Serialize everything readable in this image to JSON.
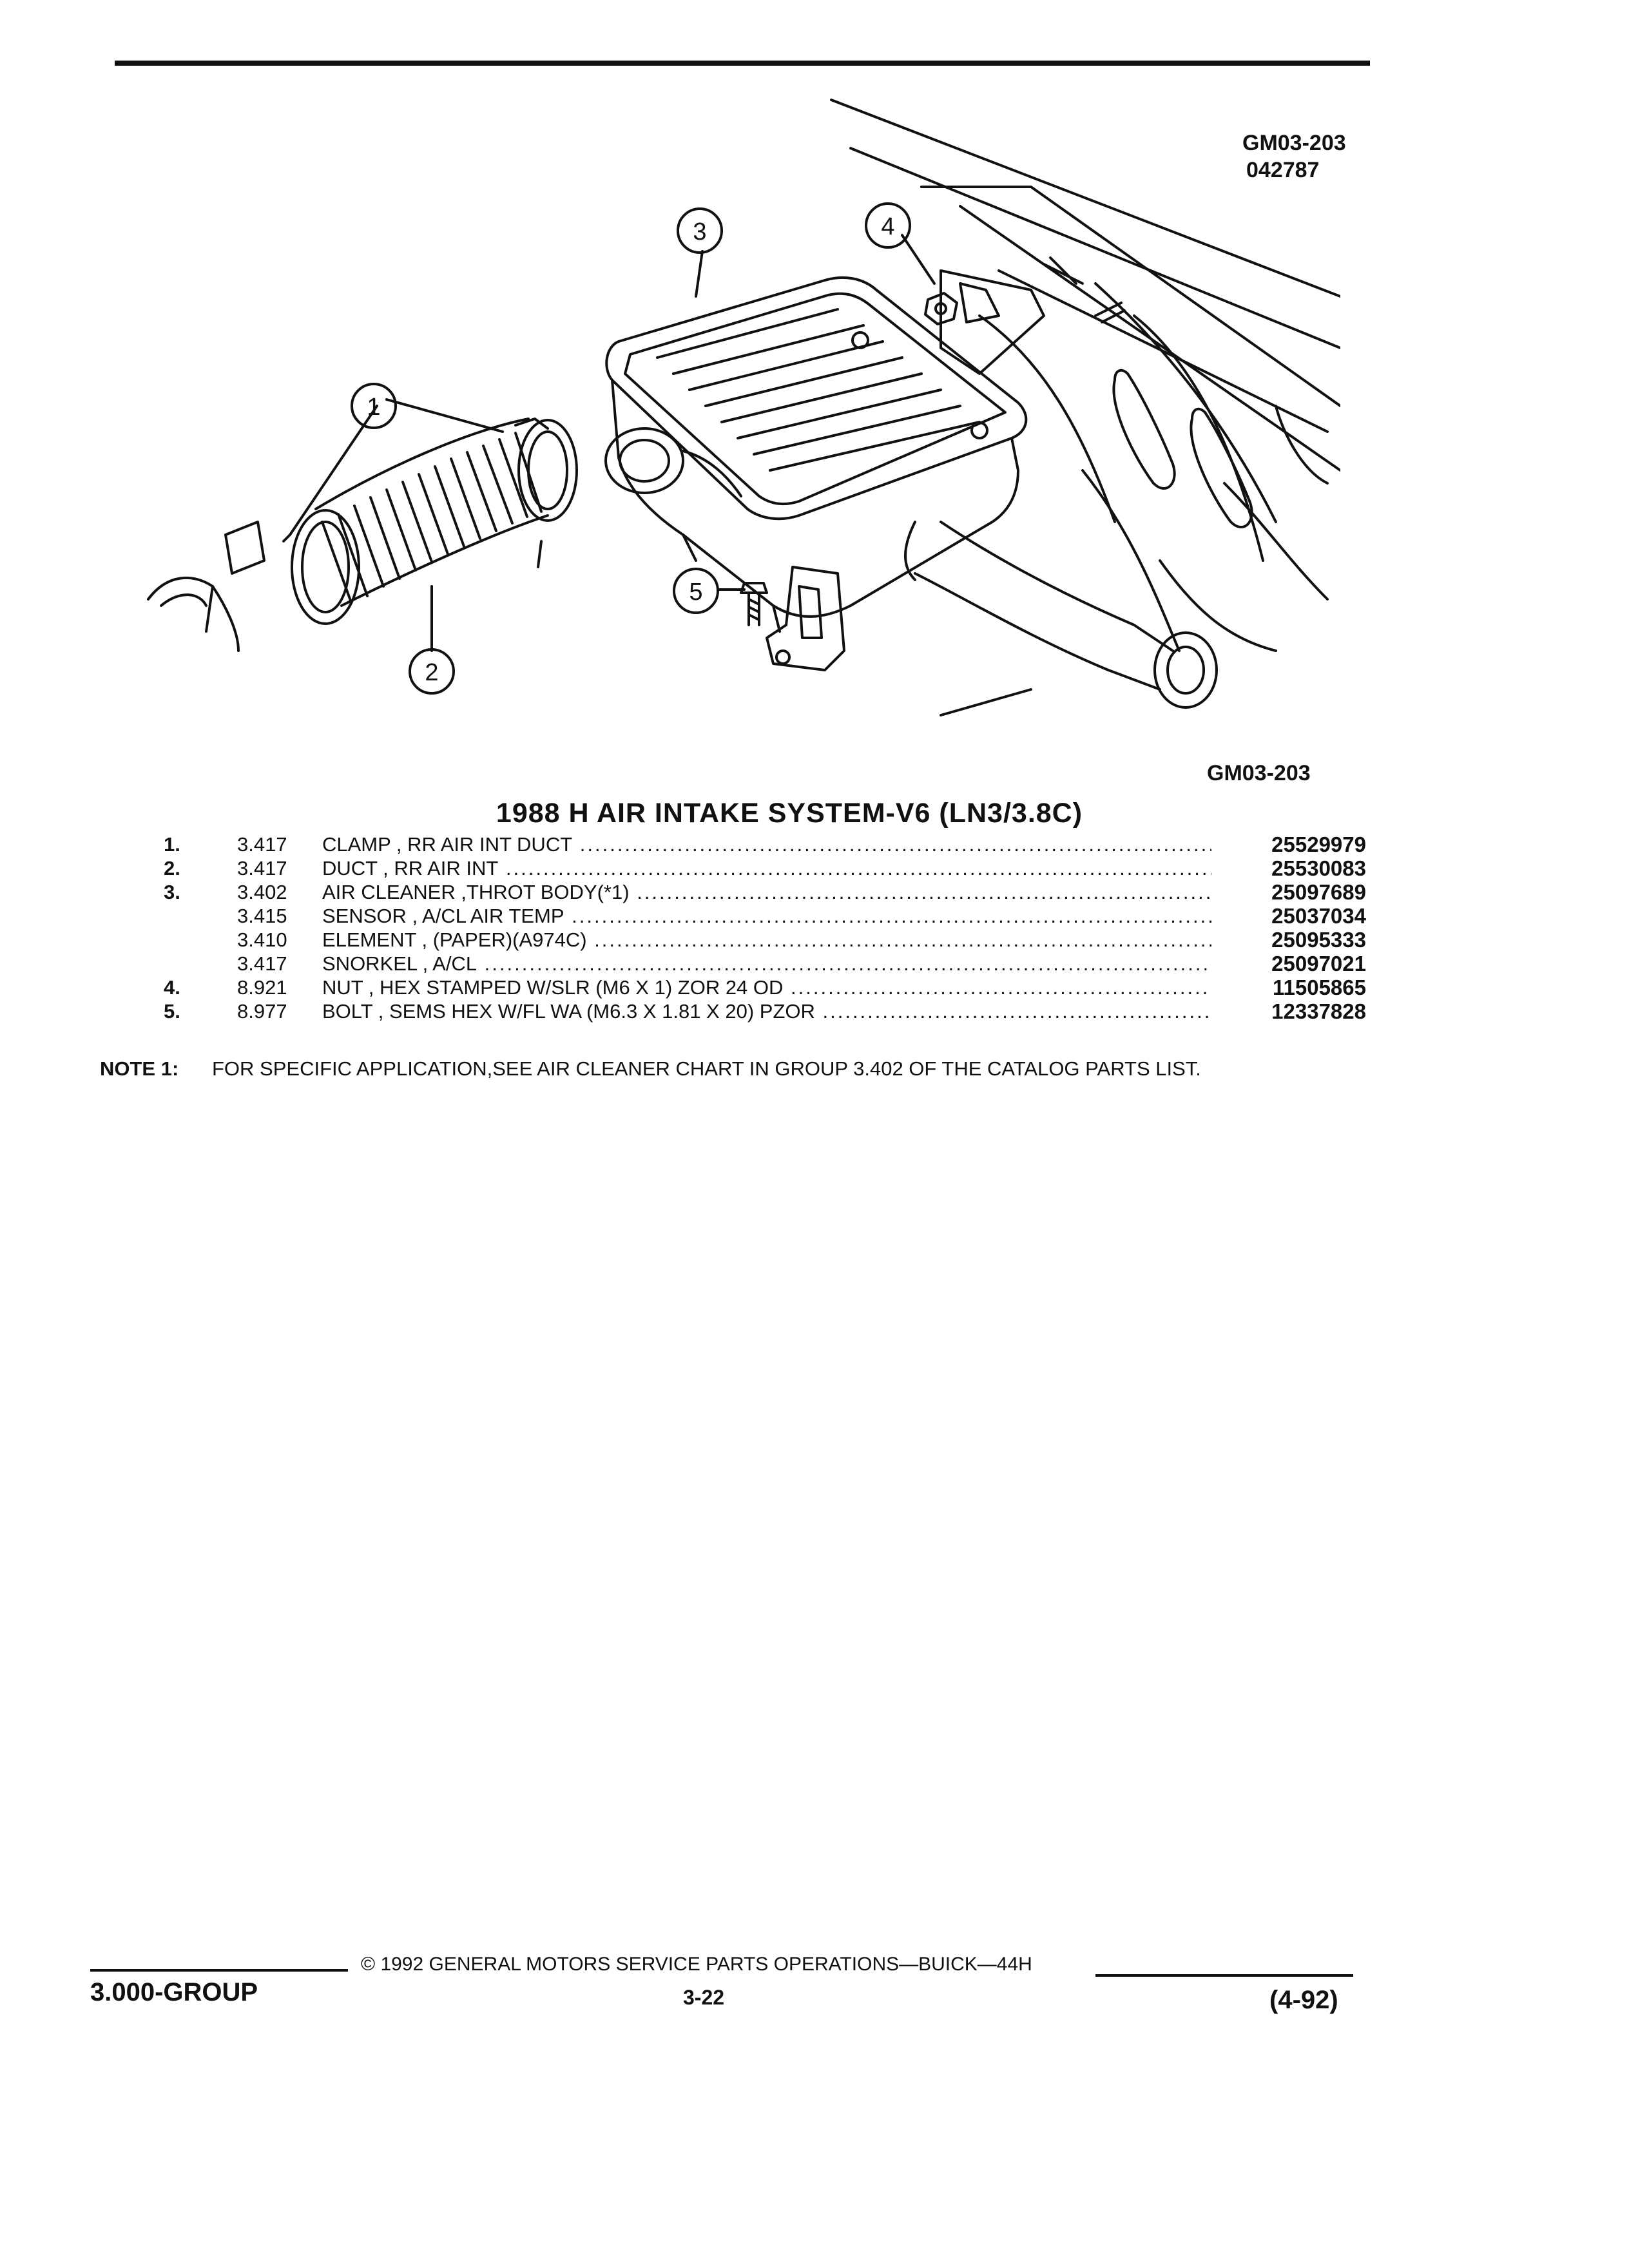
{
  "figure": {
    "code_top": "GM03-203",
    "code_date": "042787",
    "code_bottom": "GM03-203",
    "callouts": [
      "1",
      "2",
      "3",
      "4",
      "5"
    ]
  },
  "title": "1988 H AIR INTAKE SYSTEM-V6 (LN3/3.8C)",
  "parts": [
    {
      "num": "1.",
      "group": "3.417",
      "desc": "CLAMP , RR AIR INT DUCT",
      "part_no": "25529979"
    },
    {
      "num": "2.",
      "group": "3.417",
      "desc": "DUCT , RR AIR INT",
      "part_no": "25530083"
    },
    {
      "num": "3.",
      "group": "3.402",
      "desc": "AIR CLEANER ,THROT BODY(*1)",
      "part_no": "25097689"
    },
    {
      "num": "",
      "group": "3.415",
      "desc": "SENSOR , A/CL AIR TEMP",
      "part_no": "25037034"
    },
    {
      "num": "",
      "group": "3.410",
      "desc": "ELEMENT , (PAPER)(A974C)",
      "part_no": "25095333"
    },
    {
      "num": "",
      "group": "3.417",
      "desc": "SNORKEL , A/CL",
      "part_no": "25097021"
    },
    {
      "num": "4.",
      "group": "8.921",
      "desc": "NUT , HEX STAMPED W/SLR (M6 X 1) ZOR 24 OD",
      "part_no": "11505865"
    },
    {
      "num": "5.",
      "group": "8.977",
      "desc": "BOLT , SEMS HEX W/FL WA (M6.3 X 1.81 X 20) PZOR",
      "part_no": "12337828"
    }
  ],
  "note": {
    "label": "NOTE  1:",
    "text": "FOR SPECIFIC APPLICATION,SEE AIR CLEANER CHART IN GROUP 3.402 OF THE CATALOG PARTS LIST."
  },
  "footer": {
    "copyright": "© 1992  GENERAL MOTORS SERVICE PARTS OPERATIONS—BUICK—44H",
    "group": "3.000-GROUP",
    "page": "3-22",
    "date": "(4-92)"
  }
}
